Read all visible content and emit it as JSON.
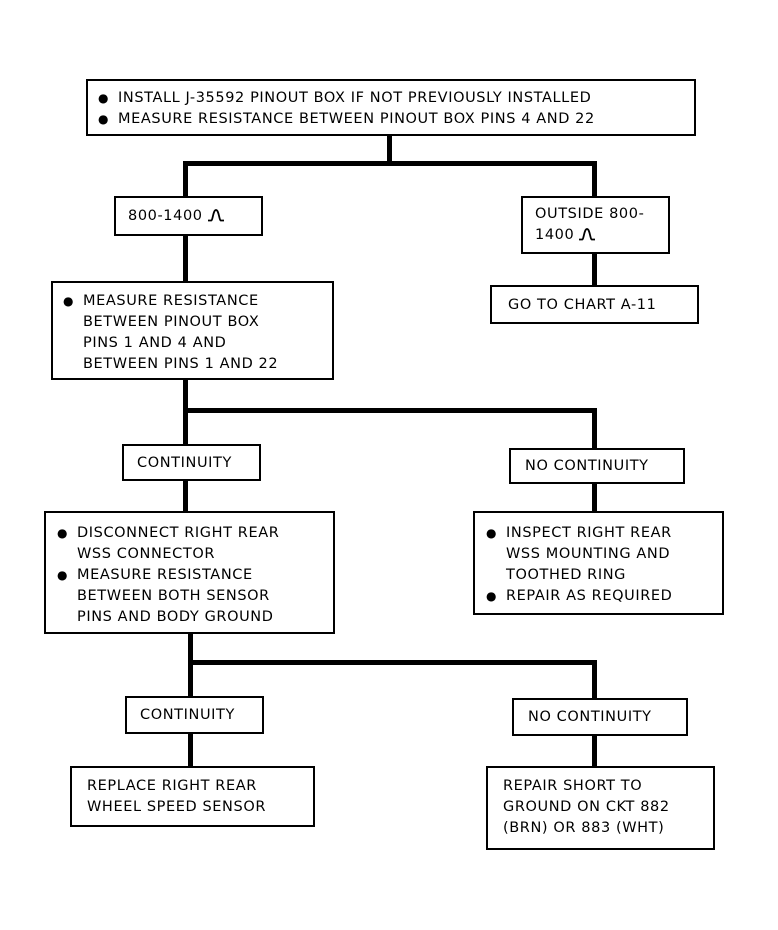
{
  "start": {
    "bullets": [
      "INSTALL J-35592 PINOUT BOX IF NOT PREVIOUSLY INSTALLED",
      "MEASURE RESISTANCE BETWEEN PINOUT BOX PINS 4 AND 22"
    ]
  },
  "range_ok": {
    "label": "800-1400",
    "icon": "ohm-symbol"
  },
  "range_bad": {
    "label": "OUTSIDE 800-\n1400",
    "icon": "ohm-symbol"
  },
  "goto_chart": {
    "label": "GO TO CHART A-11"
  },
  "measure_pins": {
    "bullets": [
      "MEASURE RESISTANCE\nBETWEEN PINOUT BOX\nPINS 1 AND 4 AND\nBETWEEN PINS 1 AND 22"
    ]
  },
  "continuity_1": {
    "label": "CONTINUITY"
  },
  "no_continuity_1": {
    "label": "NO CONTINUITY"
  },
  "disconnect": {
    "bullets": [
      "DISCONNECT RIGHT REAR\nWSS CONNECTOR",
      "MEASURE RESISTANCE\nBETWEEN BOTH SENSOR\nPINS AND BODY GROUND"
    ]
  },
  "inspect": {
    "bullets": [
      "INSPECT RIGHT REAR\nWSS MOUNTING AND\nTOOTHED RING",
      "REPAIR AS REQUIRED"
    ]
  },
  "continuity_2": {
    "label": "CONTINUITY"
  },
  "no_continuity_2": {
    "label": "NO CONTINUITY"
  },
  "replace": {
    "label": "REPLACE RIGHT REAR\nWHEEL SPEED SENSOR"
  },
  "repair_short": {
    "label": "REPAIR SHORT TO\nGROUND ON CKT 882\n(BRN) OR 883 (WHT)"
  }
}
